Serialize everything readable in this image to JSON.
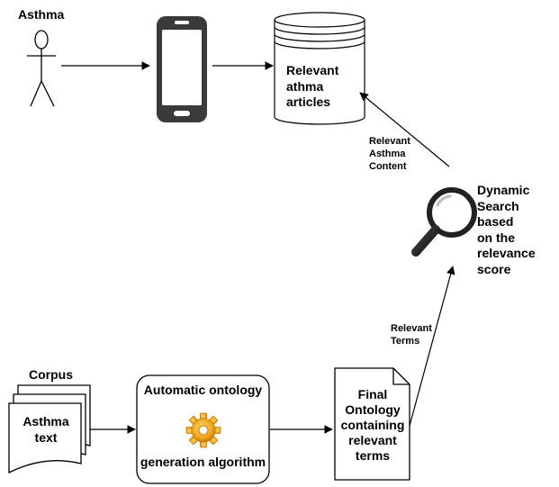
{
  "nodes": {
    "user": {
      "label": "Asthma",
      "icon": "stick-figure-icon"
    },
    "device": {
      "icon": "smartphone-icon"
    },
    "database": {
      "label": "Relevant\nathma\narticles",
      "icon": "database-cylinder-icon"
    },
    "search": {
      "label": "Dynamic\nSearch based\non the\nrelevance\nscore",
      "icon": "magnifying-glass-icon"
    },
    "corpus": {
      "title": "Corpus",
      "label": "Asthma\ntext",
      "icon": "document-stack-icon"
    },
    "algorithm": {
      "label_top": "Automatic ontology",
      "label_bottom": "generation algorithm",
      "icon": "gear-icon"
    },
    "ontology": {
      "label": "Final\nOntology\ncontaining\nrelevant\nterms",
      "icon": "folded-document-icon"
    }
  },
  "edges": {
    "content": {
      "label": "Relevant\nAsthma\nContent"
    },
    "terms": {
      "label": "Relevant\nTerms"
    }
  },
  "colors": {
    "stroke": "#000000",
    "phone_body": "#3a3a3a",
    "phone_screen": "#ffffff",
    "search_handle": "#222222",
    "gear": "#f0a81c",
    "gear_dark": "#c97d0a"
  }
}
